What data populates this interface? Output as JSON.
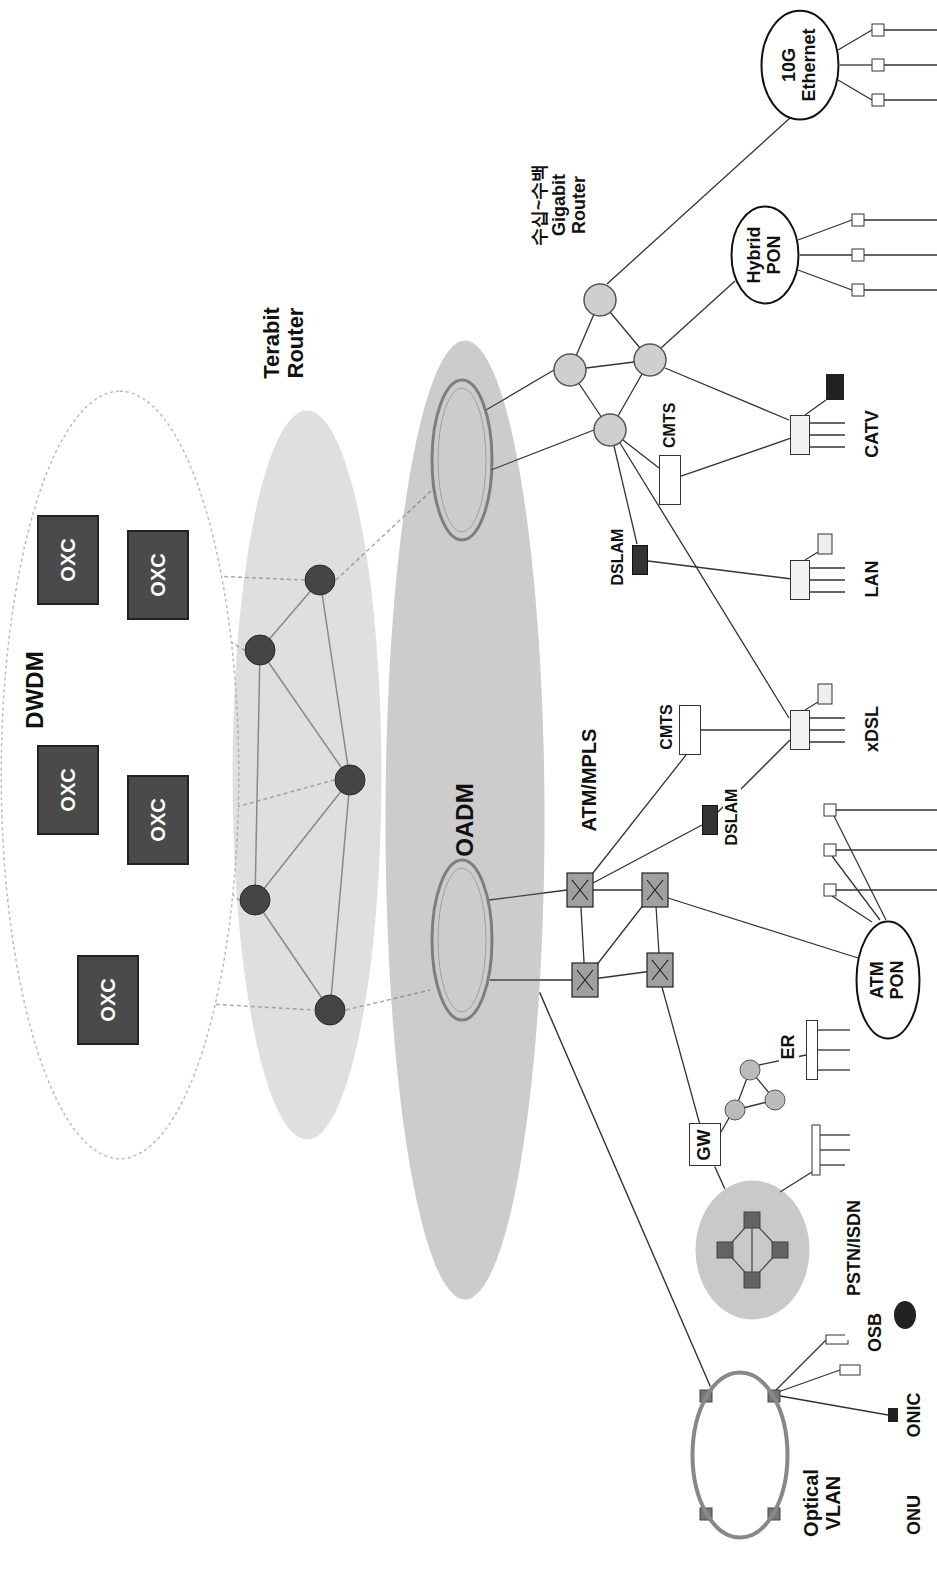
{
  "diagram": {
    "nodes": [
      {
        "text": [
          "DWDM"
        ]
      },
      {
        "text": [
          "OXC"
        ],
        "in": 0
      },
      {
        "text": [
          "OXC"
        ],
        "in": 0
      },
      {
        "text": [
          "OXC"
        ],
        "in": 0
      },
      {
        "text": [
          "OXC"
        ],
        "in": 0
      },
      {
        "text": [
          "OXC"
        ],
        "in": 0
      },
      {
        "text": [
          "Terabit Router"
        ]
      },
      {
        "text": [
          "OADM"
        ]
      },
      {
        "text": [
          "GW"
        ]
      },
      {
        "text": [
          "PSTN/ISDN"
        ]
      },
      {
        "text": [
          "ER"
        ]
      },
      {
        "text": [
          "Optical VLAN"
        ]
      },
      {
        "text": [
          "ATM PON"
        ]
      },
      {
        "text": [
          "DSLAM"
        ]
      },
      {
        "text": [
          "CMTS"
        ]
      },
      {
        "text": [
          "xDSL"
        ]
      },
      {
        "text": [
          "DSLAM"
        ]
      },
      {
        "text": [
          "CMTS"
        ]
      },
      {
        "text": [
          "LAN"
        ]
      },
      {
        "text": [
          "CATV"
        ]
      },
      {
        "text": [
          "Hybrid PON"
        ]
      },
      {
        "text": [
          "10G Ethernet"
        ]
      }
    ],
    "edges": [
      {
        "from": 1,
        "to": 2,
        "arrow": "none"
      },
      {
        "from": 1,
        "to": 3,
        "arrow": "none"
      },
      {
        "from": 2,
        "to": 3,
        "arrow": "none"
      },
      {
        "from": 2,
        "to": 4,
        "arrow": "none"
      },
      {
        "from": 3,
        "to": 5,
        "arrow": "none"
      },
      {
        "from": 2,
        "to": 5,
        "arrow": "none"
      },
      {
        "from": 3,
        "to": 4,
        "arrow": "none"
      },
      {
        "from": 4,
        "to": 5,
        "arrow": "none"
      },
      {
        "from": 11,
        "to": 7,
        "arrow": "none"
      },
      {
        "from": 8,
        "to": 9,
        "arrow": "none"
      },
      {
        "from": 13,
        "to": 15,
        "arrow": "none"
      },
      {
        "from": 14,
        "to": 15,
        "arrow": "none"
      },
      {
        "from": 16,
        "to": 18,
        "arrow": "none"
      },
      {
        "from": 17,
        "to": 19,
        "arrow": "none"
      }
    ],
    "labels": [
      "ATM/MPLS",
      "수십~수백 Gigabit Router",
      "ONU",
      "ONIC",
      "OSB"
    ]
  }
}
